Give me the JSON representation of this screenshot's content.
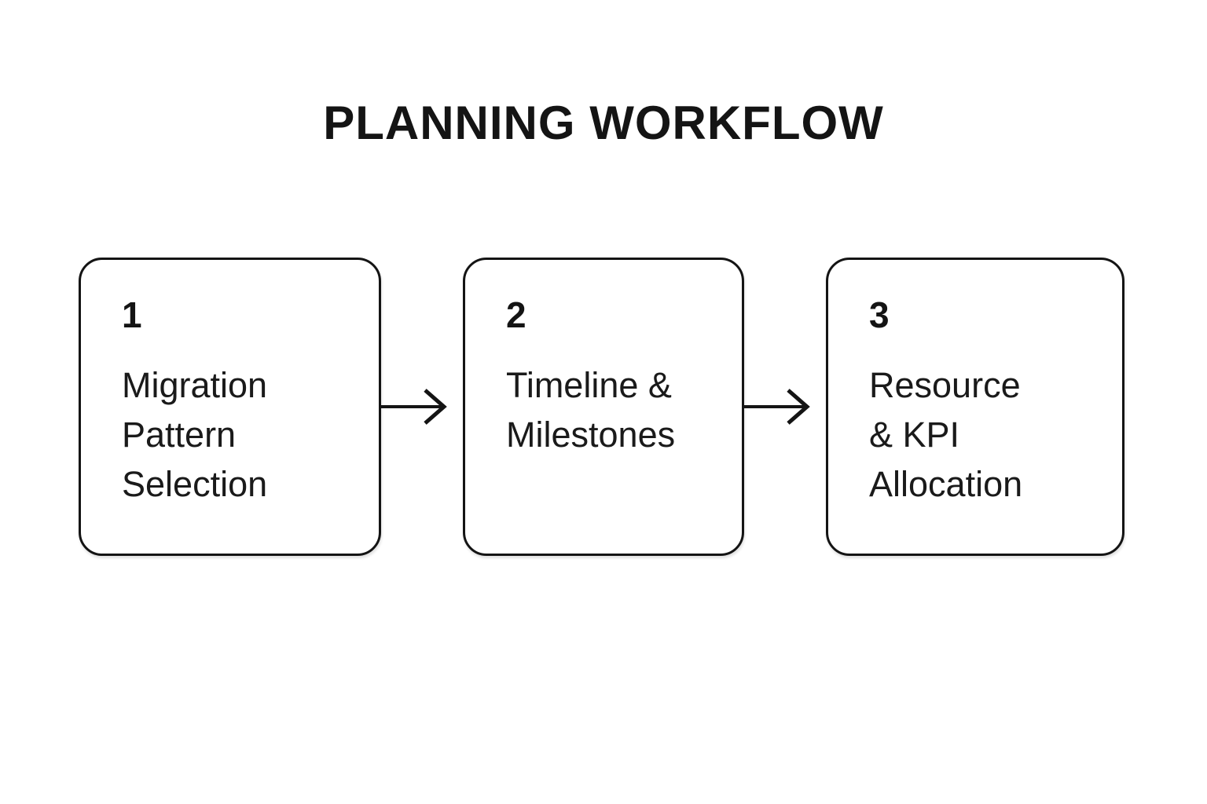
{
  "title": "PLANNING WORKFLOW",
  "steps": [
    {
      "number": "1",
      "label": "Migration\nPattern\nSelection"
    },
    {
      "number": "2",
      "label": "Timeline &\nMilestones"
    },
    {
      "number": "3",
      "label": "Resource\n& KPI\nAllocation"
    }
  ],
  "icons": {
    "connector": "arrow-right-icon"
  },
  "colors": {
    "background": "#ffffff",
    "text": "#141414",
    "border": "#141414"
  }
}
